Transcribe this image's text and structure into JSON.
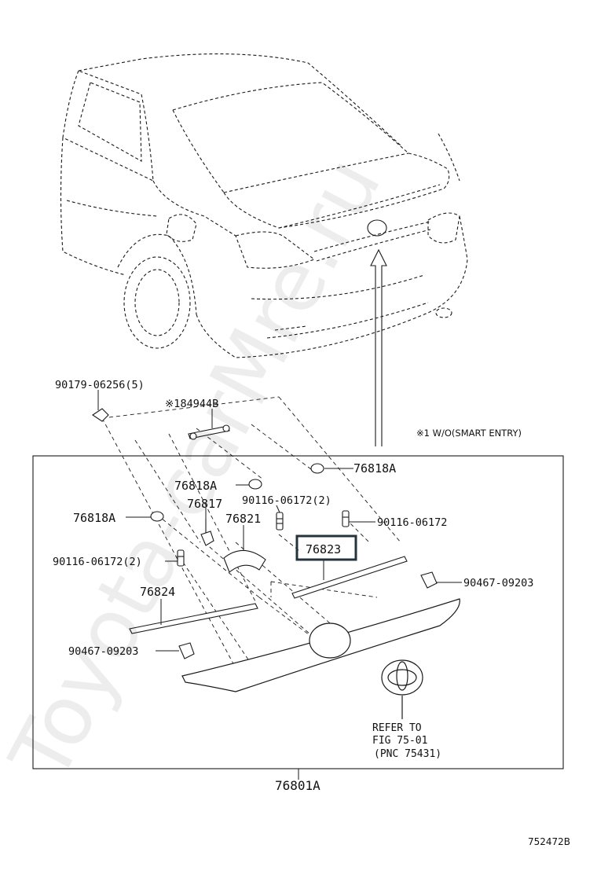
{
  "watermark": "Toyota-carMre.ru",
  "note": "※1 W/O(SMART ENTRY)",
  "figure_code": "752472B",
  "assembly_label": "76801A",
  "highlighted_part": "76823",
  "callouts": {
    "p90179": "90179-06256(5)",
    "p84944": "※184944B",
    "p76818a_top": "76818A",
    "p76818a_mid": "76818A",
    "p76818a_left": "76818A",
    "p76817": "76817",
    "p90116_mid": "90116-06172(2)",
    "p76821": "76821",
    "p90116_right": "90116-06172",
    "p90116_left": "90116-06172(2)",
    "p76823": "76823",
    "p90467_right": "90467-09203",
    "p76824": "76824",
    "p90467_left": "90467-09203",
    "refer_line1": "REFER TO",
    "refer_line2": "FIG 75-01",
    "refer_line3": "(PNC 75431)"
  }
}
